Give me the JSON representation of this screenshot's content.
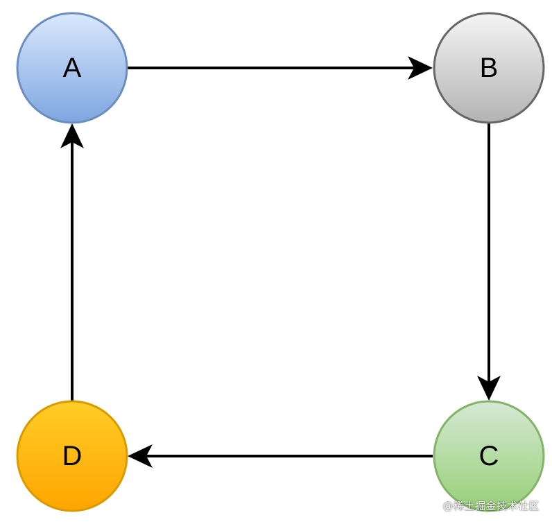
{
  "diagram": {
    "nodes": [
      {
        "id": "A",
        "label": "A",
        "fill_top": "#dae8fc",
        "fill_bottom": "#7ea6e0",
        "stroke": "#6c8ebf"
      },
      {
        "id": "B",
        "label": "B",
        "fill_top": "#f5f5f5",
        "fill_bottom": "#b3b3b3",
        "stroke": "#666666"
      },
      {
        "id": "C",
        "label": "C",
        "fill_top": "#d5e8d4",
        "fill_bottom": "#97d077",
        "stroke": "#82b366"
      },
      {
        "id": "D",
        "label": "D",
        "fill_top": "#ffcd28",
        "fill_bottom": "#ffa500",
        "stroke": "#d79b00"
      }
    ],
    "edges": [
      {
        "from": "A",
        "to": "B"
      },
      {
        "from": "B",
        "to": "C"
      },
      {
        "from": "C",
        "to": "D"
      },
      {
        "from": "D",
        "to": "A"
      }
    ]
  },
  "watermark": {
    "text": "@稀土掘金技术社区"
  }
}
